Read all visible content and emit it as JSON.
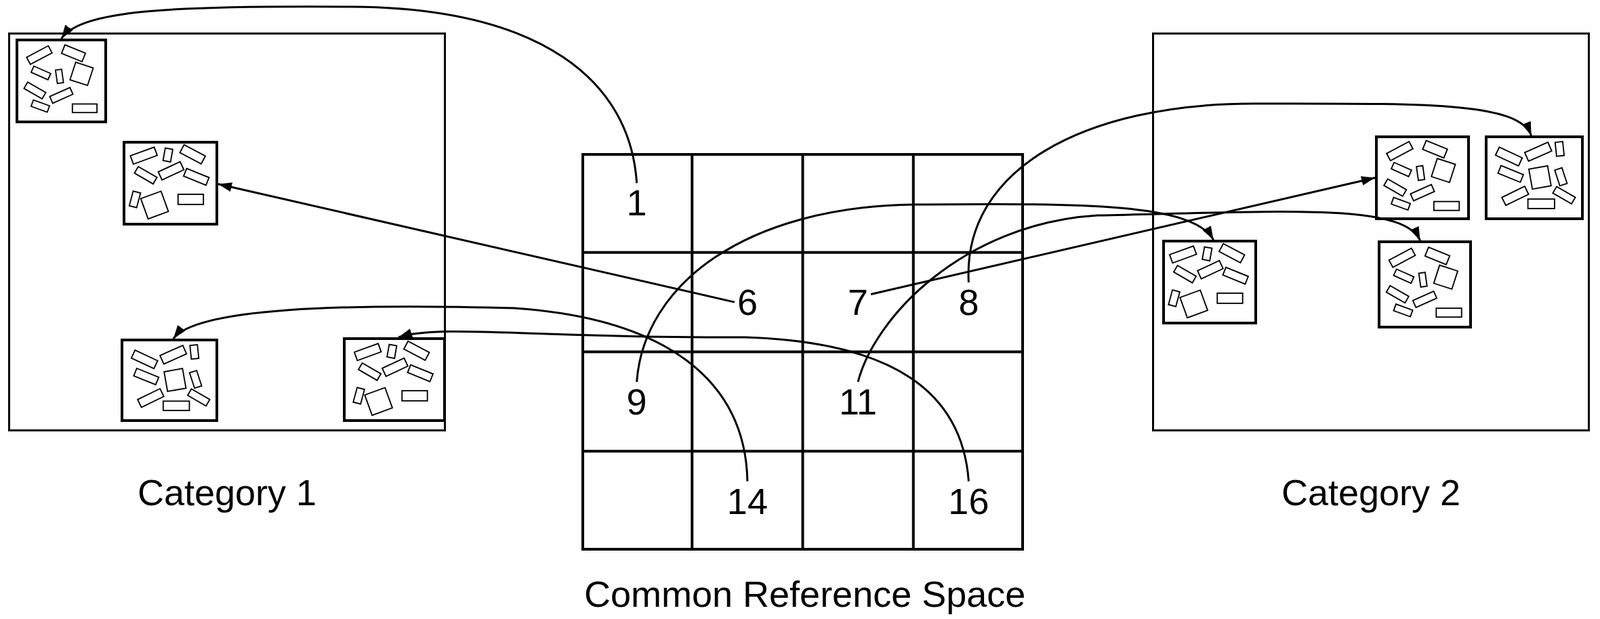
{
  "diagram": {
    "nodes": [
      {
        "text": [
          "Category 1"
        ]
      },
      {
        "text": [],
        "in": 0
      },
      {
        "text": [],
        "in": 0
      },
      {
        "text": [],
        "in": 0
      },
      {
        "text": [],
        "in": 0
      },
      {
        "text": [
          "Common Reference Space"
        ]
      },
      {
        "text": [
          "1"
        ],
        "in": 5
      },
      {
        "text": [
          "6"
        ],
        "in": 5
      },
      {
        "text": [
          "7"
        ],
        "in": 5
      },
      {
        "text": [
          "8"
        ],
        "in": 5
      },
      {
        "text": [
          "9"
        ],
        "in": 5
      },
      {
        "text": [
          "11"
        ],
        "in": 5
      },
      {
        "text": [
          "14"
        ],
        "in": 5
      },
      {
        "text": [
          "16"
        ],
        "in": 5
      },
      {
        "text": [
          "Category 2"
        ]
      },
      {
        "text": [],
        "in": 14
      },
      {
        "text": [],
        "in": 14
      },
      {
        "text": [],
        "in": 14
      },
      {
        "text": [],
        "in": 14
      }
    ],
    "edges": [
      {
        "from": 6,
        "to": 1,
        "arrow": "to"
      },
      {
        "from": 7,
        "to": 2,
        "arrow": "to"
      },
      {
        "from": 8,
        "to": 15,
        "arrow": "to"
      },
      {
        "from": 9,
        "to": 16,
        "arrow": "to"
      },
      {
        "from": 10,
        "to": 17,
        "arrow": "to"
      },
      {
        "from": 11,
        "to": 18,
        "arrow": "to"
      },
      {
        "from": 12,
        "to": 3,
        "arrow": "to"
      },
      {
        "from": 13,
        "to": 4,
        "arrow": "to"
      }
    ]
  }
}
